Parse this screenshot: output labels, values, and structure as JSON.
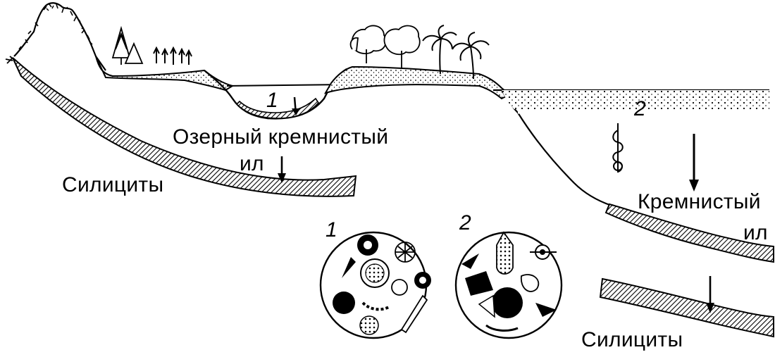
{
  "labels": {
    "lake_silt_line1": "Озерный кремнистый",
    "lake_silt_line2": "ил",
    "silicites_left": "Силициты",
    "marine_silt_line1": "Кремнистый",
    "marine_silt_line2": "ил",
    "silicites_right": "Силициты"
  },
  "markers": {
    "lake": "1",
    "sea": "2",
    "micro_lake": "1",
    "micro_sea": "2"
  }
}
